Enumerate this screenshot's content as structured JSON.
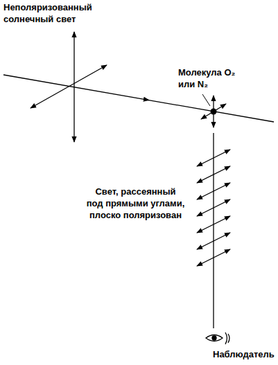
{
  "diagram": {
    "labels": [
      "Неполяризованный солнечный свет",
      "Молекула O₂ или N₂",
      "Свет, рассеянный под прямыми углами, плоско поляризован",
      "Наблюдатель"
    ]
  }
}
